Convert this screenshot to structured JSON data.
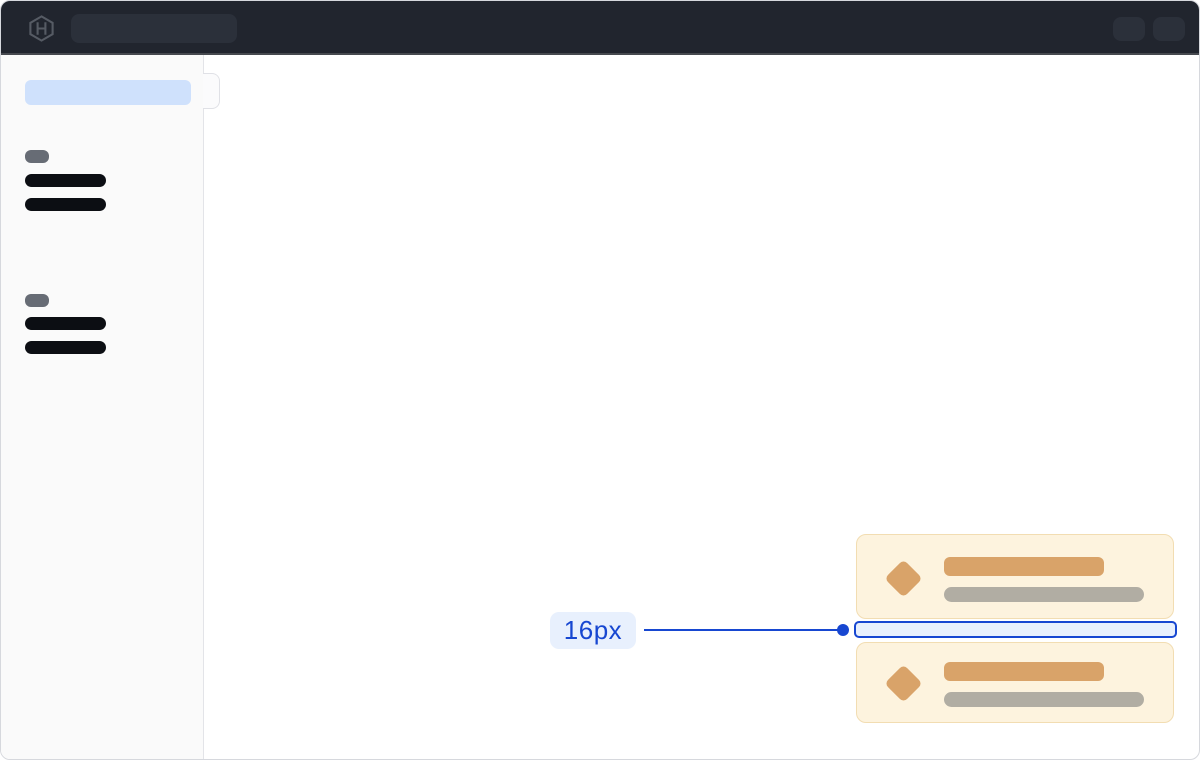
{
  "annotation": {
    "label": "16px",
    "meaning": "spacing between list cards"
  },
  "header": {
    "logo_icon": "hashicorp-logo-icon",
    "search_placeholder_skeleton": true,
    "action_placeholder_count": 2
  },
  "sidebar": {
    "active_item_skeleton": true,
    "toggle_handle": true,
    "sections": [
      {
        "label_skeleton": true,
        "item_skeleton_count": 2
      },
      {
        "label_skeleton": true,
        "item_skeleton_count": 2
      }
    ]
  },
  "cards": [
    {
      "icon": "diamond-icon",
      "title_skeleton": true,
      "subtitle_skeleton": true
    },
    {
      "icon": "diamond-icon",
      "title_skeleton": true,
      "subtitle_skeleton": true
    }
  ],
  "colors": {
    "header_bg": "#21252e",
    "header_border": "#46494f",
    "header_pill": "#2b303a",
    "logo_gray": "#565b64",
    "window_border": "#d6d8dd",
    "sidebar_bg": "#fafafa",
    "sidebar_border": "#e3e4e8",
    "handle_bg": "#fbfbfc",
    "handle_border": "#e0e1e6",
    "active_bg": "#cfe1fc",
    "label_gray": "#676c75",
    "item_black": "#0c0e13",
    "accent_blue": "#1747d1",
    "accent_bg": "#e8f0fd",
    "card_bg": "#fdf3de",
    "card_border": "#f2ddb2",
    "skeleton_orange": "#d9a369",
    "skeleton_gray": "#b1ada3",
    "main_bg": "#ffffff"
  }
}
